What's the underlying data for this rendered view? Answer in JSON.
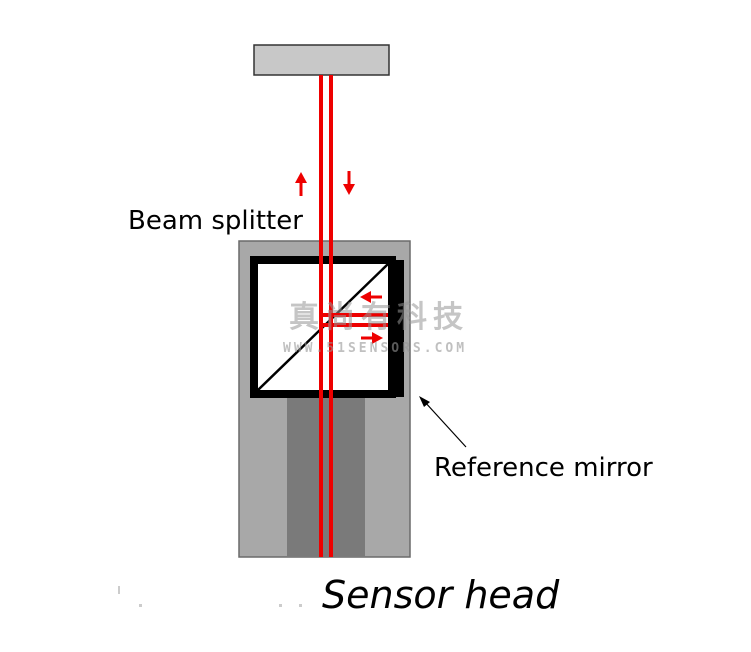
{
  "labels": {
    "beam_splitter": "Beam splitter",
    "reference_mirror": "Reference mirror",
    "sensor_head": "Sensor head"
  },
  "watermark": {
    "brand_cn": "真尚有科技",
    "url": "WWW.51SENSORS.COM"
  },
  "colors": {
    "laser": "#ee0000",
    "housing": "#a8a8a8",
    "housing_core": "#7a7a7a",
    "target": "#c8c8c8",
    "outline": "#000000"
  }
}
